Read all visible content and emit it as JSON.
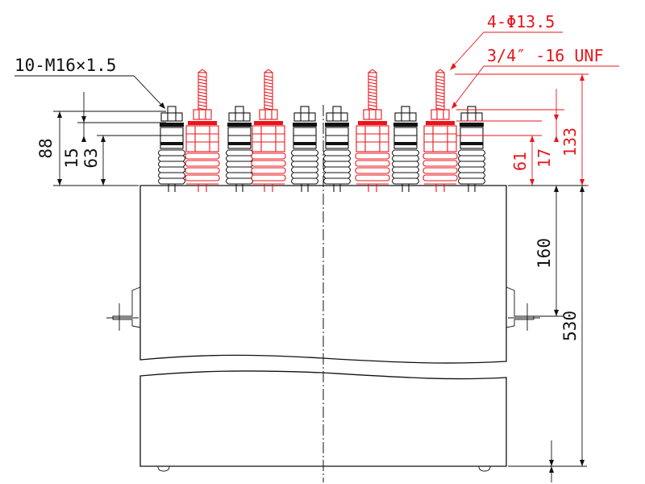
{
  "colors": {
    "ink": "#111111",
    "accent": "#e8151b",
    "paper": "#ffffff"
  },
  "labels": {
    "m16": "10-M16×1.5",
    "phi": "4-Φ13.5",
    "unf": "3/4″ -16 UNF"
  },
  "dims": {
    "d88": "88",
    "d15": "15",
    "d63": "63",
    "d61": "61",
    "d17": "17",
    "d133": "133",
    "d160": "160",
    "d530": "530"
  }
}
